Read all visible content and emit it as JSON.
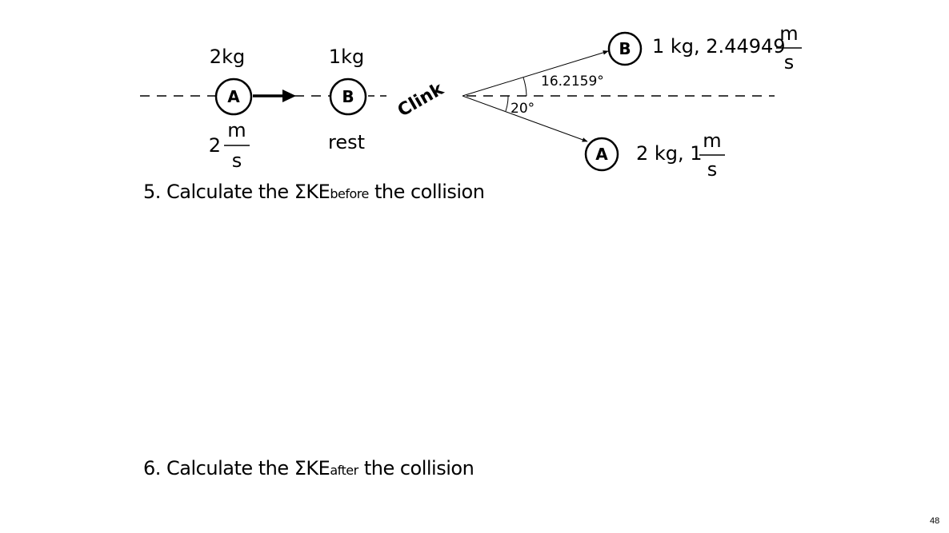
{
  "before": {
    "ball_a": {
      "letter": "A",
      "mass": "2kg",
      "speed_value": "2",
      "speed_unit_num": "m",
      "speed_unit_den": "s"
    },
    "ball_b": {
      "letter": "B",
      "mass": "1kg",
      "state": "rest"
    }
  },
  "collision_sound": "Clink",
  "after": {
    "ball_b": {
      "letter": "B",
      "label": "1 kg, 2.44949",
      "unit_num": "m",
      "unit_den": "s",
      "angle": "16.2159°"
    },
    "ball_a": {
      "letter": "A",
      "label": "2 kg, 1",
      "unit_num": "m",
      "unit_den": "s",
      "angle": "20°"
    }
  },
  "questions": [
    {
      "prefix": "5. Calculate the ΣKE",
      "subscript": "before",
      "suffix": " the collision"
    },
    {
      "prefix": "6. Calculate the ΣKE",
      "subscript": "after",
      "suffix": " the collision"
    }
  ],
  "page_number": "48"
}
